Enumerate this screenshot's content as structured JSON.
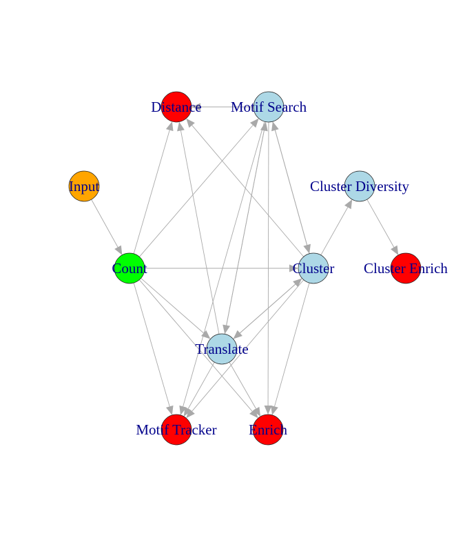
{
  "graph": {
    "nodes": [
      {
        "id": "input",
        "label": "Input",
        "color": "#ffa500"
      },
      {
        "id": "count",
        "label": "Count",
        "color": "#00ff00"
      },
      {
        "id": "distance",
        "label": "Distance",
        "color": "#ff0000"
      },
      {
        "id": "motif_search",
        "label": "Motif Search",
        "color": "#add8e6"
      },
      {
        "id": "cluster_diversity",
        "label": "Cluster Diversity",
        "color": "#add8e6"
      },
      {
        "id": "cluster",
        "label": "Cluster",
        "color": "#add8e6"
      },
      {
        "id": "cluster_enrich",
        "label": "Cluster Enrich",
        "color": "#ff0000"
      },
      {
        "id": "translate",
        "label": "Translate",
        "color": "#add8e6"
      },
      {
        "id": "motif_tracker",
        "label": "Motif Tracker",
        "color": "#ff0000"
      },
      {
        "id": "enrich",
        "label": "Enrich",
        "color": "#ff0000"
      }
    ],
    "edges": [
      {
        "from": "input",
        "to": "count"
      },
      {
        "from": "count",
        "to": "distance"
      },
      {
        "from": "count",
        "to": "motif_search"
      },
      {
        "from": "count",
        "to": "cluster"
      },
      {
        "from": "count",
        "to": "translate"
      },
      {
        "from": "count",
        "to": "motif_tracker"
      },
      {
        "from": "count",
        "to": "enrich"
      },
      {
        "from": "motif_search",
        "to": "distance"
      },
      {
        "from": "motif_search",
        "to": "cluster"
      },
      {
        "from": "motif_search",
        "to": "translate"
      },
      {
        "from": "motif_search",
        "to": "motif_tracker"
      },
      {
        "from": "motif_search",
        "to": "enrich"
      },
      {
        "from": "cluster",
        "to": "motif_search"
      },
      {
        "from": "cluster",
        "to": "distance"
      },
      {
        "from": "cluster",
        "to": "cluster_diversity"
      },
      {
        "from": "cluster",
        "to": "translate"
      },
      {
        "from": "cluster",
        "to": "motif_tracker"
      },
      {
        "from": "cluster",
        "to": "enrich"
      },
      {
        "from": "cluster_diversity",
        "to": "cluster_enrich"
      },
      {
        "from": "translate",
        "to": "motif_search"
      },
      {
        "from": "translate",
        "to": "distance"
      },
      {
        "from": "translate",
        "to": "cluster"
      },
      {
        "from": "translate",
        "to": "motif_tracker"
      },
      {
        "from": "translate",
        "to": "enrich"
      }
    ],
    "edge_color": "#a9a9a9",
    "label_color": "#00008b"
  }
}
